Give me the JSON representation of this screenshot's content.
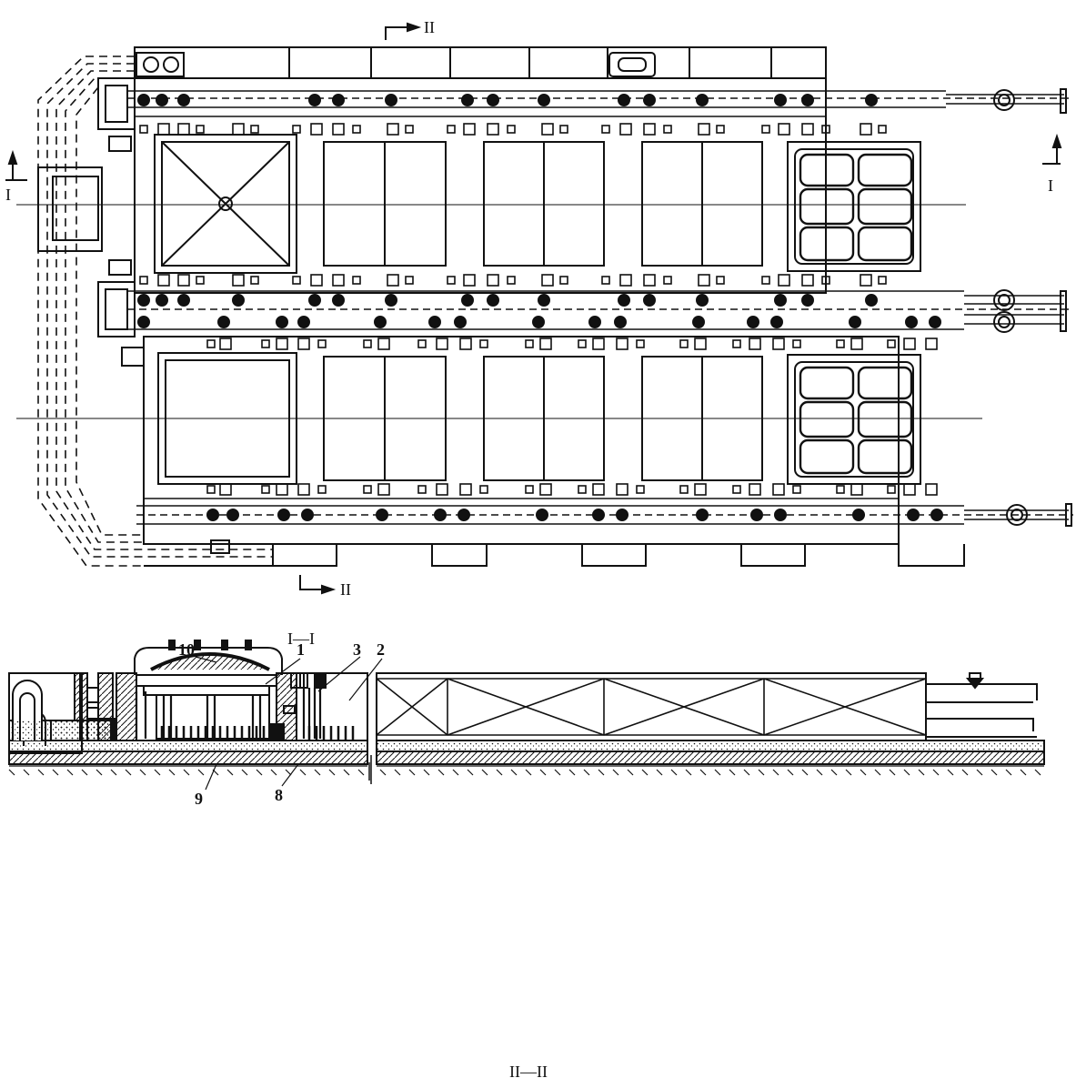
{
  "section_marks": {
    "ii_top": "II",
    "ii_bottom": "II",
    "i_left": "I",
    "i_right": "I"
  },
  "section_title_1": "I—I",
  "section_title_2": "II—II",
  "callouts": {
    "n1": "1",
    "n2": "2",
    "n3": "3",
    "n8": "8",
    "n9": "9",
    "n10": "10"
  }
}
